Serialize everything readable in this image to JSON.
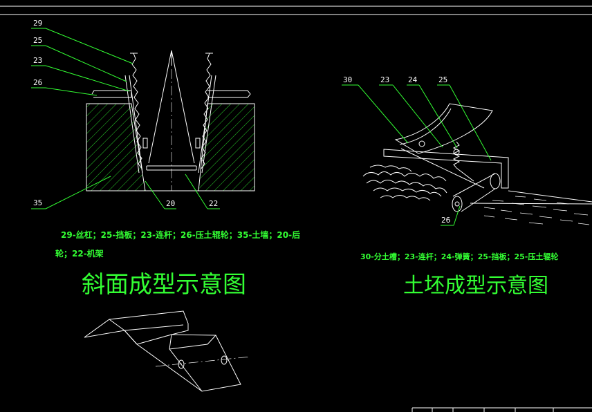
{
  "left": {
    "callouts": [
      "29",
      "25",
      "23",
      "26",
      "35",
      "20",
      "22"
    ],
    "caption_line1": "29-丝杠；25-挡板；23-连杆；26-压土辊轮；35-土墙；20-后",
    "caption_line2": "轮；22-机架",
    "title": "斜面成型示意图"
  },
  "right": {
    "callouts": [
      "30",
      "23",
      "24",
      "25",
      "26"
    ],
    "caption": "30-分土槽；23-连杆；24-弹簧；25-挡板；25-压土辊轮",
    "title": "土坯成型示意图"
  },
  "colors": {
    "background": "#000000",
    "linework": "#ffffff",
    "leader": "#33ff33",
    "text": "#33ff33"
  }
}
